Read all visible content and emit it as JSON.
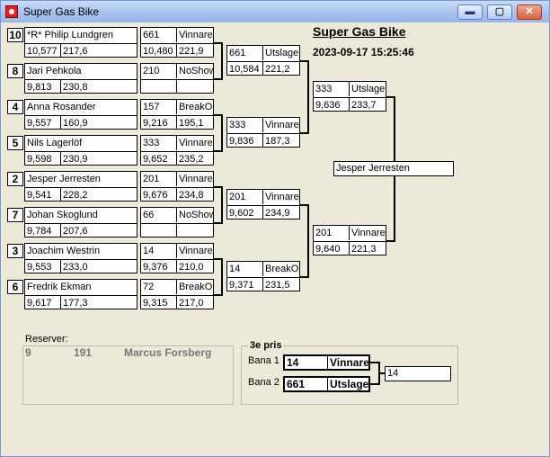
{
  "window": {
    "title": "Super Gas Bike",
    "min_label": "▬",
    "max_label": "▢",
    "close_label": "✕"
  },
  "event": {
    "title": "Super Gas Bike",
    "datetime": "2023-09-17 15:25:46"
  },
  "round1": [
    {
      "seed": "10",
      "name": "*R* Philip Lundgren",
      "time": "10,577",
      "speed": "217,6"
    },
    {
      "seed": "8",
      "name": "Jari Pehkola",
      "time": "9,813",
      "speed": "230,8"
    },
    {
      "seed": "4",
      "name": "Anna Rosander",
      "time": "9,557",
      "speed": "160,9"
    },
    {
      "seed": "5",
      "name": "Nils Lagerlöf",
      "time": "9,598",
      "speed": "230,9"
    },
    {
      "seed": "2",
      "name": "Jesper Jerresten",
      "time": "9,541",
      "speed": "228,2"
    },
    {
      "seed": "7",
      "name": "Johan Skoglund",
      "time": "9,784",
      "speed": "207,6"
    },
    {
      "seed": "3",
      "name": "Joachim  Westrin",
      "time": "9,553",
      "speed": "233,0"
    },
    {
      "seed": "6",
      "name": "Fredrik  Ekman",
      "time": "9,617",
      "speed": "177,3"
    }
  ],
  "round2": [
    {
      "number": "661",
      "result": "Vinnare",
      "time": "10,480",
      "speed": "221,9"
    },
    {
      "number": "210",
      "result": "NoShow",
      "time": "",
      "speed": ""
    },
    {
      "number": "157",
      "result": "BreakOut",
      "time": "9,216",
      "speed": "195,1"
    },
    {
      "number": "333",
      "result": "Vinnare",
      "time": "9,652",
      "speed": "235,2"
    },
    {
      "number": "201",
      "result": "Vinnare",
      "time": "9,676",
      "speed": "234,8"
    },
    {
      "number": "66",
      "result": "NoShow",
      "time": "",
      "speed": ""
    },
    {
      "number": "14",
      "result": "Vinnare",
      "time": "9,376",
      "speed": "210,0"
    },
    {
      "number": "72",
      "result": "BreakOut",
      "time": "9,315",
      "speed": "217,0"
    }
  ],
  "round3": [
    {
      "number": "661",
      "result": "Utslagen",
      "time": "10,584",
      "speed": "221,2"
    },
    {
      "number": "333",
      "result": "Vinnare",
      "time": "9,836",
      "speed": "187,3"
    },
    {
      "number": "201",
      "result": "Vinnare",
      "time": "9,602",
      "speed": "234,9"
    },
    {
      "number": "14",
      "result": "BreakOut",
      "time": "9,371",
      "speed": "231,5"
    }
  ],
  "semifinal": [
    {
      "number": "333",
      "result": "Utslagen",
      "time": "9,636",
      "speed": "233,7"
    },
    {
      "number": "201",
      "result": "Vinnare",
      "time": "9,640",
      "speed": "221,3"
    }
  ],
  "winner": "Jesper Jerresten",
  "reserves": {
    "label": "Reserver:",
    "rows": [
      {
        "position": "9",
        "number": "191",
        "name": "Marcus Forsberg"
      }
    ]
  },
  "third_place": {
    "label": "3e pris",
    "lane1_label": "Bana 1",
    "lane2_label": "Bana 2",
    "lane1_number": "14",
    "lane1_result": "Vinnare",
    "lane2_number": "661",
    "lane2_result": "Utslagen",
    "winner_number": "14"
  }
}
